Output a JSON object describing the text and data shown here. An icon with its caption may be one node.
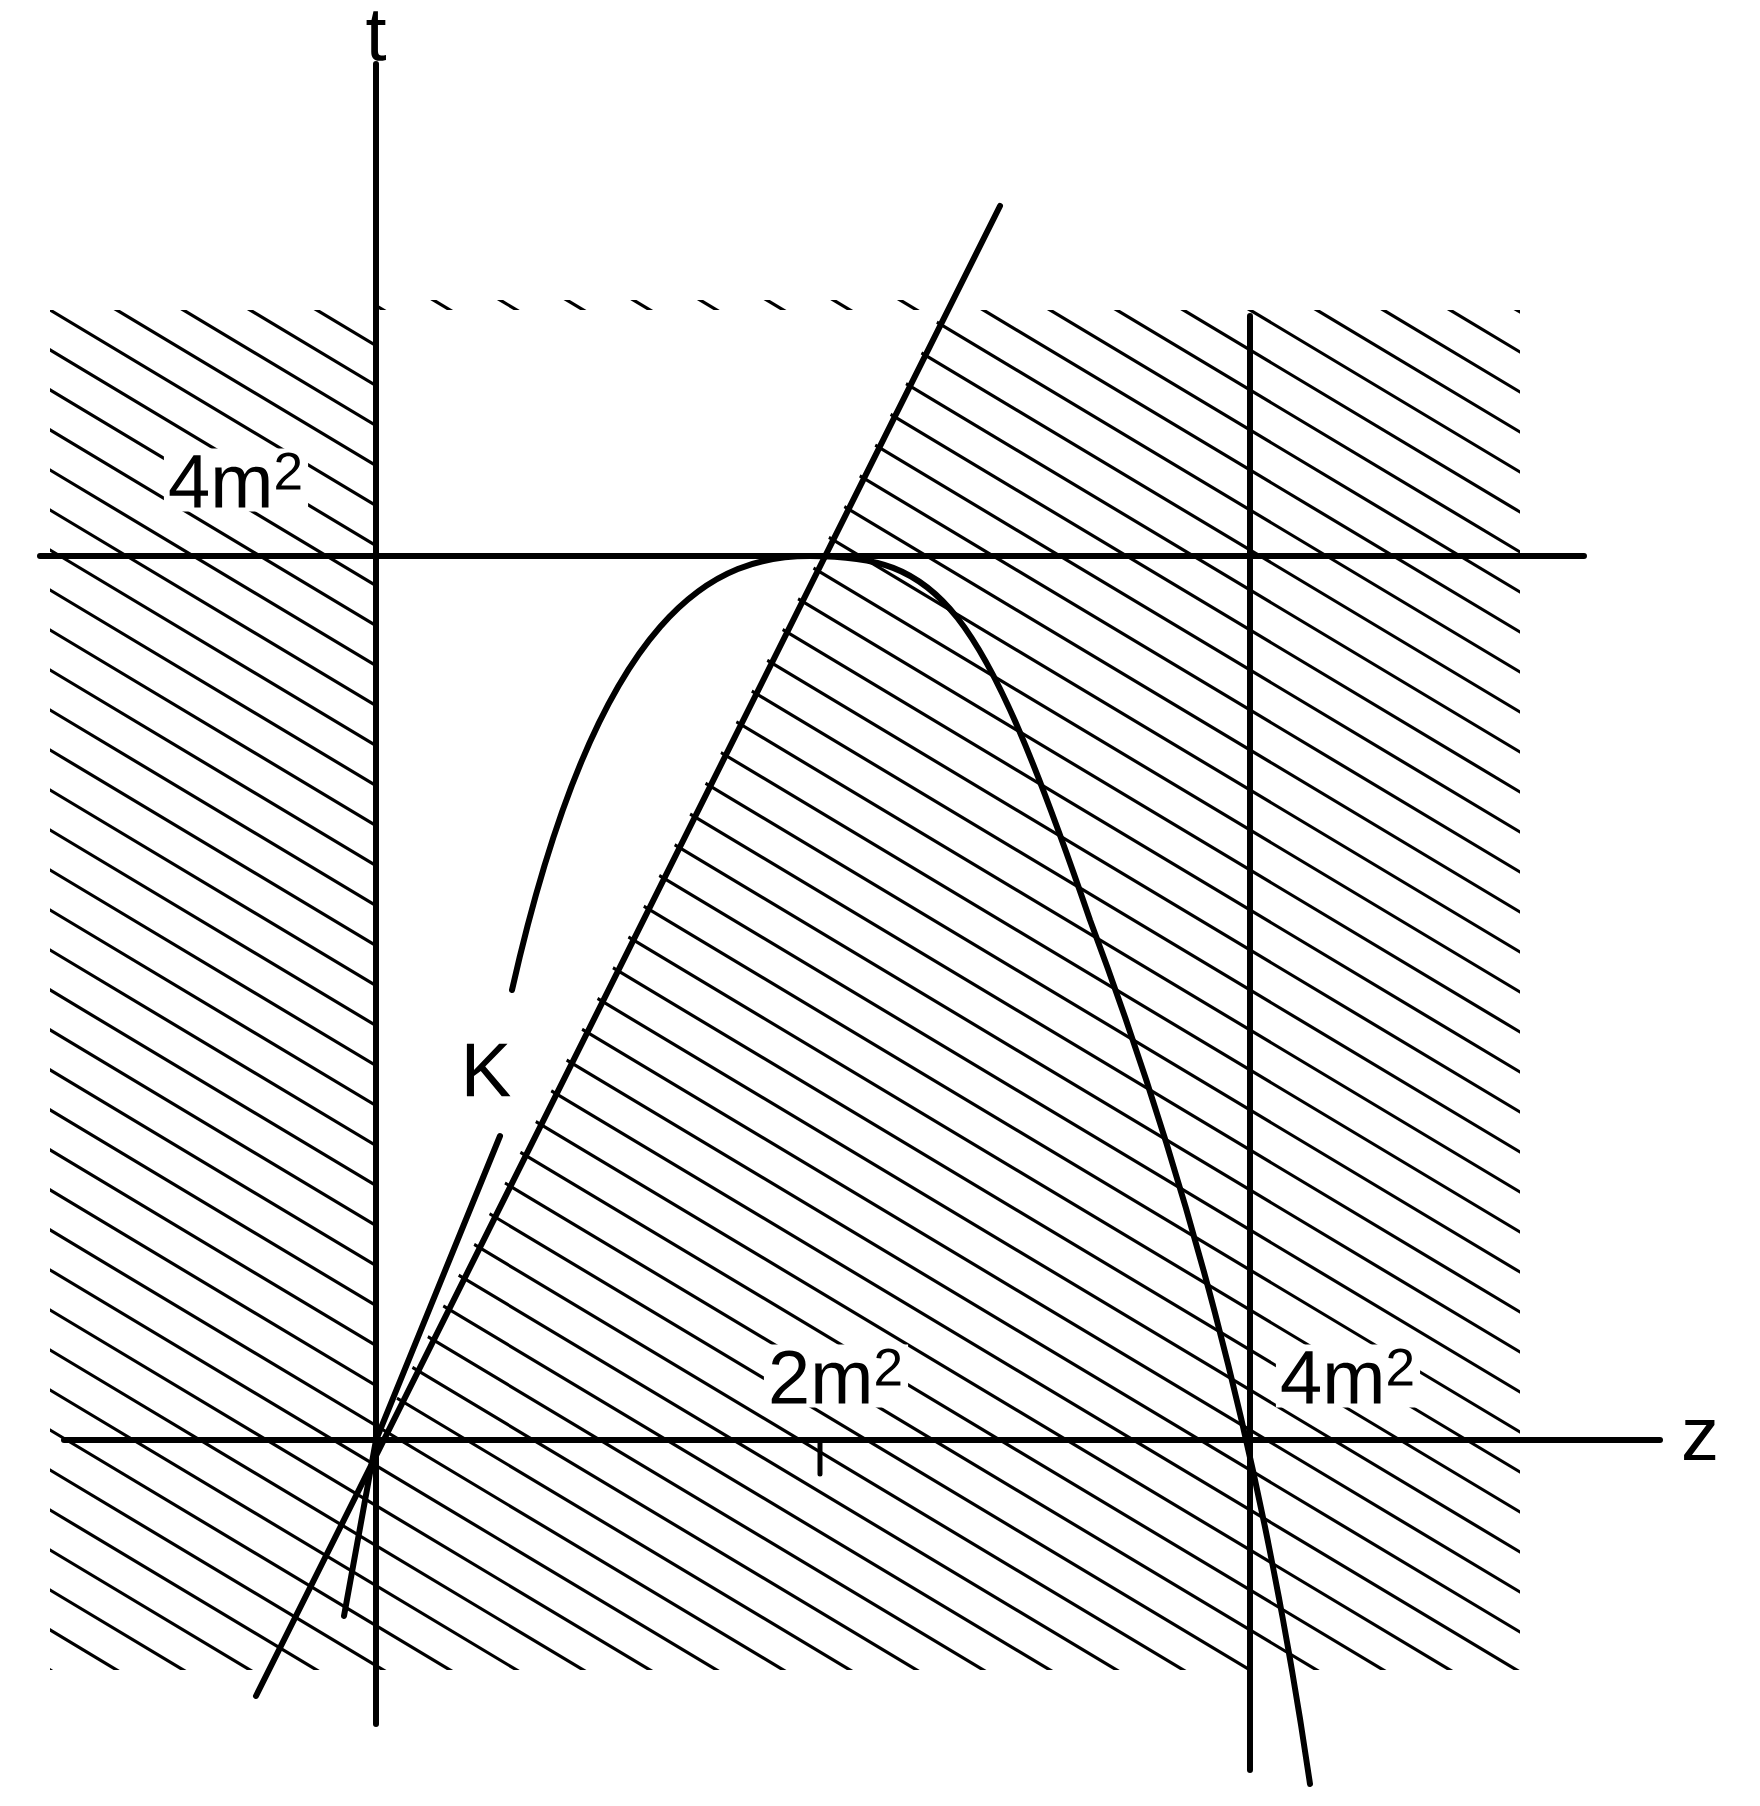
{
  "diagram": {
    "labels": [
      "t",
      "4m$^{2}$",
      "K",
      "2m$^{2}$",
      "4m$^{2}$",
      "z"
    ]
  }
}
